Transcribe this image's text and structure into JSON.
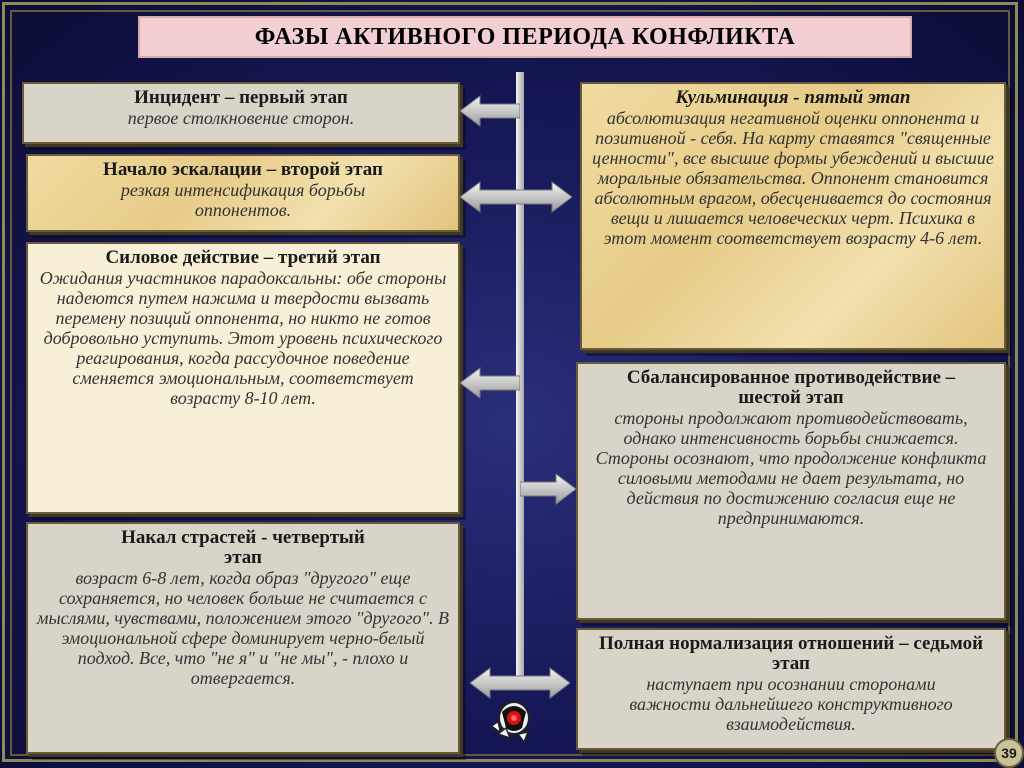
{
  "title": "ФАЗЫ АКТИВНОГО ПЕРИОДА КОНФЛИКТА",
  "stages": [
    {
      "head": "Инцидент – первый этап",
      "body": "первое столкновение сторон."
    },
    {
      "head": "Начало эскалации – второй этап",
      "body": "резкая интенсификация борьбы оппонентов."
    },
    {
      "head": "Силовое действие – третий этап",
      "body": "Ожидания участников парадоксальны: обе стороны надеются путем нажима и твердости вызвать перемену позиций оппонента, но никто не готов добровольно уступить. Этот уровень психического реагирования, когда рассудочное поведение сменяется эмоциональным, соответствует возрасту 8-10 лет."
    },
    {
      "head": "Накал страстей - четвертый этап",
      "body": "возраст 6-8 лет, когда образ \"другого\" еще сохраняется, но человек больше не считается с мыслями, чувствами, положением этого \"другого\". В эмоциональной сфере доминирует черно-белый подход. Все, что \"не я\" и \"не мы\", - плохо и отвергается."
    },
    {
      "head": "Кульминация - пятый этап",
      "body": "абсолютизация негативной оценки оппонента и позитивной - себя. На карту ставятся \"священные ценности\", все высшие формы убеждений и высшие моральные обязательства. Оппонент становится абсолютным врагом, обесценивается до состояния вещи и лишается человеческих черт. Психика в этот момент соответствует возрасту 4-6 лет."
    },
    {
      "head": "Сбалансированное противодействие – шестой этап",
      "body": "стороны продолжают противодействовать, однако интенсивность борьбы снижается. Стороны осознают, что продолжение конфликта силовыми методами не дает результата, но действия по достижению согласия еще не предпринимаются."
    },
    {
      "head": "Полная нормализация отношений – седьмой этап",
      "body": "наступает при осознании сторонами важности дальнейшего конструктивного взаимодействия."
    }
  ],
  "slide_number": "39",
  "colors": {
    "background": "#17195a",
    "title_bg": "#f2cfd2",
    "box_grey": "#d8d4c8",
    "box_cream": "#f7f0d6",
    "box_parchment": "#e6cc88"
  }
}
